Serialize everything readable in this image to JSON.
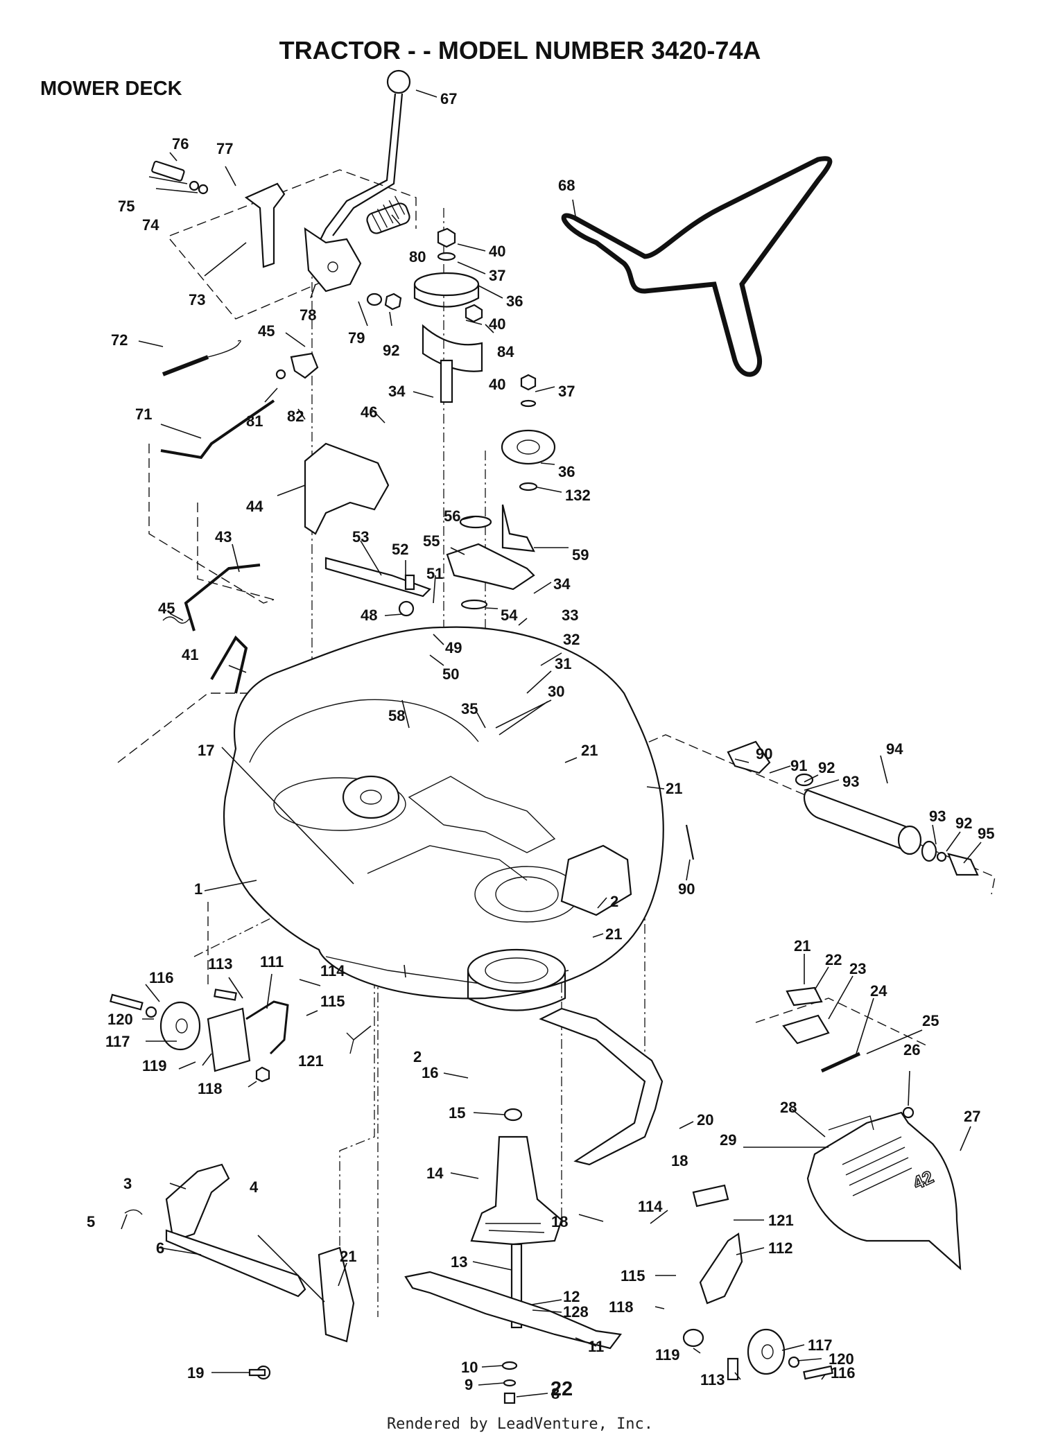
{
  "title": "TRACTOR - - MODEL NUMBER 3420-74A",
  "subtitle": "MOWER DECK",
  "page_number": "22",
  "footer": "Rendered by LeadVenture, Inc.",
  "deck_badge": "42",
  "callouts": [
    {
      "id": "c67",
      "label": "67"
    },
    {
      "id": "c76",
      "label": "76"
    },
    {
      "id": "c77",
      "label": "77"
    },
    {
      "id": "c75",
      "label": "75"
    },
    {
      "id": "c74",
      "label": "74"
    },
    {
      "id": "c68",
      "label": "68"
    },
    {
      "id": "c40a",
      "label": "40"
    },
    {
      "id": "c80",
      "label": "80"
    },
    {
      "id": "c37a",
      "label": "37"
    },
    {
      "id": "c36a",
      "label": "36"
    },
    {
      "id": "c40b",
      "label": "40"
    },
    {
      "id": "c73",
      "label": "73"
    },
    {
      "id": "c78",
      "label": "78"
    },
    {
      "id": "c79",
      "label": "79"
    },
    {
      "id": "c92a",
      "label": "92"
    },
    {
      "id": "c84",
      "label": "84"
    },
    {
      "id": "c72",
      "label": "72"
    },
    {
      "id": "c45a",
      "label": "45"
    },
    {
      "id": "c40c",
      "label": "40"
    },
    {
      "id": "c37b",
      "label": "37"
    },
    {
      "id": "c34a",
      "label": "34"
    },
    {
      "id": "c71",
      "label": "71"
    },
    {
      "id": "c81",
      "label": "81"
    },
    {
      "id": "c82",
      "label": "82"
    },
    {
      "id": "c46",
      "label": "46"
    },
    {
      "id": "c36b",
      "label": "36"
    },
    {
      "id": "c132",
      "label": "132"
    },
    {
      "id": "c44",
      "label": "44"
    },
    {
      "id": "c56",
      "label": "56"
    },
    {
      "id": "c55",
      "label": "55"
    },
    {
      "id": "c59",
      "label": "59"
    },
    {
      "id": "c43",
      "label": "43"
    },
    {
      "id": "c53",
      "label": "53"
    },
    {
      "id": "c52",
      "label": "52"
    },
    {
      "id": "c51",
      "label": "51"
    },
    {
      "id": "c34b",
      "label": "34"
    },
    {
      "id": "c54",
      "label": "54"
    },
    {
      "id": "c33",
      "label": "33"
    },
    {
      "id": "c45b",
      "label": "45"
    },
    {
      "id": "c48",
      "label": "48"
    },
    {
      "id": "c49",
      "label": "49"
    },
    {
      "id": "c32",
      "label": "32"
    },
    {
      "id": "c41",
      "label": "41"
    },
    {
      "id": "c50",
      "label": "50"
    },
    {
      "id": "c31",
      "label": "31"
    },
    {
      "id": "c30",
      "label": "30"
    },
    {
      "id": "c58",
      "label": "58"
    },
    {
      "id": "c35",
      "label": "35"
    },
    {
      "id": "c90a",
      "label": "90"
    },
    {
      "id": "c91",
      "label": "91"
    },
    {
      "id": "c92b",
      "label": "92"
    },
    {
      "id": "c93a",
      "label": "93"
    },
    {
      "id": "c94",
      "label": "94"
    },
    {
      "id": "c17",
      "label": "17"
    },
    {
      "id": "c21a",
      "label": "21"
    },
    {
      "id": "c21b",
      "label": "21"
    },
    {
      "id": "c93b",
      "label": "93"
    },
    {
      "id": "c92c",
      "label": "92"
    },
    {
      "id": "c95",
      "label": "95"
    },
    {
      "id": "c1",
      "label": "1"
    },
    {
      "id": "c90b",
      "label": "90"
    },
    {
      "id": "c2a",
      "label": "2"
    },
    {
      "id": "c21c",
      "label": "21"
    },
    {
      "id": "c21d",
      "label": "21"
    },
    {
      "id": "c22",
      "label": "22"
    },
    {
      "id": "c113a",
      "label": "113"
    },
    {
      "id": "c111",
      "label": "111"
    },
    {
      "id": "c114a",
      "label": "114"
    },
    {
      "id": "c116a",
      "label": "116"
    },
    {
      "id": "c23",
      "label": "23"
    },
    {
      "id": "c24",
      "label": "24"
    },
    {
      "id": "c115a",
      "label": "115"
    },
    {
      "id": "c120a",
      "label": "120"
    },
    {
      "id": "c25",
      "label": "25"
    },
    {
      "id": "c117a",
      "label": "117"
    },
    {
      "id": "c2b",
      "label": "2"
    },
    {
      "id": "c121a",
      "label": "121"
    },
    {
      "id": "c26",
      "label": "26"
    },
    {
      "id": "c119a",
      "label": "119"
    },
    {
      "id": "c16",
      "label": "16"
    },
    {
      "id": "c118a",
      "label": "118"
    },
    {
      "id": "c27",
      "label": "27"
    },
    {
      "id": "c15",
      "label": "15"
    },
    {
      "id": "c20",
      "label": "20"
    },
    {
      "id": "c28",
      "label": "28"
    },
    {
      "id": "c29",
      "label": "29"
    },
    {
      "id": "c14",
      "label": "14"
    },
    {
      "id": "c18a",
      "label": "18"
    },
    {
      "id": "c3",
      "label": "3"
    },
    {
      "id": "c4",
      "label": "4"
    },
    {
      "id": "c114b",
      "label": "114"
    },
    {
      "id": "c121b",
      "label": "121"
    },
    {
      "id": "c18b",
      "label": "18"
    },
    {
      "id": "c5",
      "label": "5"
    },
    {
      "id": "c21e",
      "label": "21"
    },
    {
      "id": "c6",
      "label": "6"
    },
    {
      "id": "c13",
      "label": "13"
    },
    {
      "id": "c112",
      "label": "112"
    },
    {
      "id": "c115b",
      "label": "115"
    },
    {
      "id": "c12",
      "label": "12"
    },
    {
      "id": "c128",
      "label": "128"
    },
    {
      "id": "c118b",
      "label": "118"
    },
    {
      "id": "c19",
      "label": "19"
    },
    {
      "id": "c11",
      "label": "11"
    },
    {
      "id": "c117b",
      "label": "117"
    },
    {
      "id": "c119b",
      "label": "119"
    },
    {
      "id": "c10",
      "label": "10"
    },
    {
      "id": "c120b",
      "label": "120"
    },
    {
      "id": "c113b",
      "label": "113"
    },
    {
      "id": "c116b",
      "label": "116"
    },
    {
      "id": "c9",
      "label": "9"
    },
    {
      "id": "c8",
      "label": "8"
    }
  ]
}
